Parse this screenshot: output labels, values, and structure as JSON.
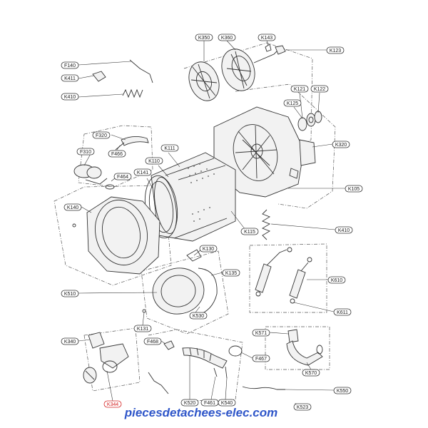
{
  "diagram": {
    "labels": [
      {
        "id": "k350",
        "text": "K350"
      },
      {
        "id": "k360",
        "text": "K360"
      },
      {
        "id": "k143",
        "text": "K143"
      },
      {
        "id": "k123",
        "text": "K123"
      },
      {
        "id": "f140",
        "text": "F140"
      },
      {
        "id": "k411",
        "text": "K411"
      },
      {
        "id": "k410a",
        "text": "K410"
      },
      {
        "id": "k121",
        "text": "K121"
      },
      {
        "id": "k122",
        "text": "K122"
      },
      {
        "id": "k125",
        "text": "K125"
      },
      {
        "id": "f320",
        "text": "F320"
      },
      {
        "id": "f310",
        "text": "F310"
      },
      {
        "id": "f466",
        "text": "F466"
      },
      {
        "id": "f464",
        "text": "F464"
      },
      {
        "id": "k111",
        "text": "K111"
      },
      {
        "id": "k110",
        "text": "K110"
      },
      {
        "id": "k141",
        "text": "K141"
      },
      {
        "id": "k320",
        "text": "K320"
      },
      {
        "id": "k105",
        "text": "K105"
      },
      {
        "id": "k140",
        "text": "K140"
      },
      {
        "id": "k115",
        "text": "K115"
      },
      {
        "id": "k410b",
        "text": "K410"
      },
      {
        "id": "k130",
        "text": "K130"
      },
      {
        "id": "k135",
        "text": "K135"
      },
      {
        "id": "k610",
        "text": "K610"
      },
      {
        "id": "k510",
        "text": "K510"
      },
      {
        "id": "k530",
        "text": "K530"
      },
      {
        "id": "k611",
        "text": "K611"
      },
      {
        "id": "k131",
        "text": "K131"
      },
      {
        "id": "k571",
        "text": "K571"
      },
      {
        "id": "k340",
        "text": "K340"
      },
      {
        "id": "f468",
        "text": "F468"
      },
      {
        "id": "f467",
        "text": "F467"
      },
      {
        "id": "k570",
        "text": "K570"
      },
      {
        "id": "k344",
        "text": "K344",
        "color": "#d42020"
      },
      {
        "id": "k520",
        "text": "K520"
      },
      {
        "id": "f461",
        "text": "F461"
      },
      {
        "id": "k540",
        "text": "K540"
      },
      {
        "id": "k550",
        "text": "K550"
      },
      {
        "id": "k523",
        "text": "K523"
      }
    ],
    "watermark": "piecesdetachees-elec.com"
  }
}
